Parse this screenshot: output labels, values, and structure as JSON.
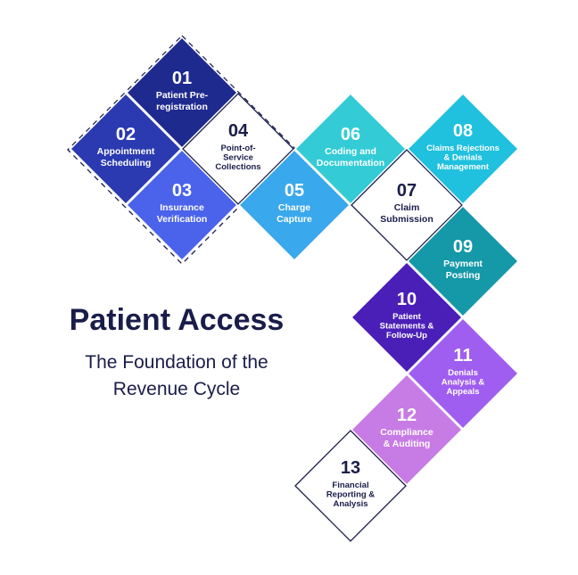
{
  "title": "Patient Access",
  "subtitle_lines": [
    "The Foundation of the",
    "Revenue Cycle"
  ],
  "steps": [
    {
      "num": "01",
      "label": [
        "Patient Pre-",
        "registration"
      ],
      "fill": "#1f2a8f",
      "text": "#ffffff"
    },
    {
      "num": "02",
      "label": [
        "Appointment",
        "Scheduling"
      ],
      "fill": "#2b3ab0",
      "text": "#ffffff"
    },
    {
      "num": "03",
      "label": [
        "Insurance",
        "Verification"
      ],
      "fill": "#4a63ea",
      "text": "#ffffff"
    },
    {
      "num": "04",
      "label": [
        "Point-of-",
        "Service",
        "Collections"
      ],
      "fill": "#ffffff",
      "text": "#1a1d4a"
    },
    {
      "num": "05",
      "label": [
        "Charge",
        "Capture"
      ],
      "fill": "#3aa8ec",
      "text": "#ffffff"
    },
    {
      "num": "06",
      "label": [
        "Coding and",
        "Documentation"
      ],
      "fill": "#33ccd6",
      "text": "#ffffff"
    },
    {
      "num": "07",
      "label": [
        "Claim",
        "Submission"
      ],
      "fill": "#ffffff",
      "text": "#1a1d4a"
    },
    {
      "num": "08",
      "label": [
        "Claims Rejections",
        "& Denials",
        "Management"
      ],
      "fill": "#20c0df",
      "text": "#ffffff"
    },
    {
      "num": "09",
      "label": [
        "Payment",
        "Posting"
      ],
      "fill": "#1598a8",
      "text": "#ffffff"
    },
    {
      "num": "10",
      "label": [
        "Patient",
        "Statements &",
        "Follow-Up"
      ],
      "fill": "#4a1fb8",
      "text": "#ffffff"
    },
    {
      "num": "11",
      "label": [
        "Denials",
        "Analysis &",
        "Appeals"
      ],
      "fill": "#9f5ef0",
      "text": "#ffffff"
    },
    {
      "num": "12",
      "label": [
        "Compliance",
        "& Auditing"
      ],
      "fill": "#c77be4",
      "text": "#ffffff"
    },
    {
      "num": "13",
      "label": [
        "Financial",
        "Reporting &",
        "Analysis"
      ],
      "fill": "#ffffff",
      "text": "#1a1d4a"
    }
  ],
  "colors": {
    "heading": "#1a1d4a",
    "outline": "#1a1d4a",
    "dashed_frame": "#1a1d4a"
  }
}
